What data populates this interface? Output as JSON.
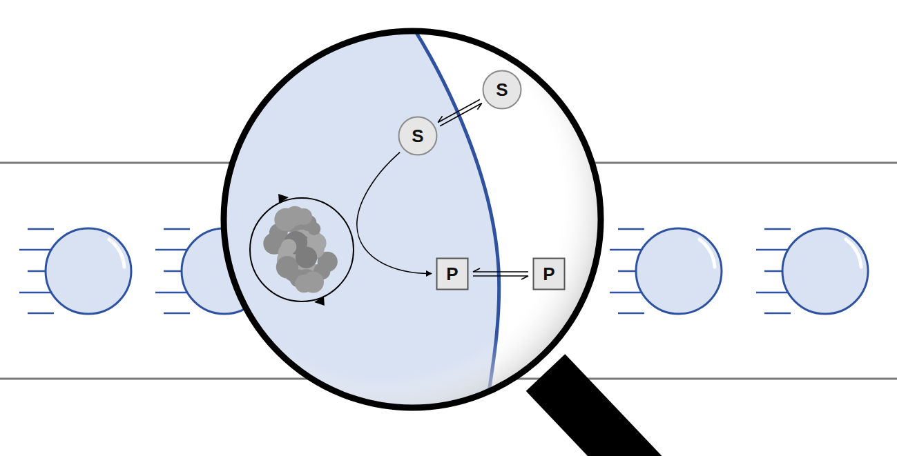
{
  "diagram": {
    "nodes": [
      {
        "text": [
          "S"
        ]
      },
      {
        "text": [
          "S"
        ]
      },
      {
        "text": [
          "P"
        ]
      },
      {
        "text": [
          "P"
        ]
      }
    ],
    "edges": [
      {
        "from": 1,
        "to": 0,
        "arrow": "both"
      },
      {
        "from": 1,
        "to": 2,
        "arrow": "to"
      },
      {
        "from": 2,
        "to": 3,
        "arrow": "both"
      }
    ]
  }
}
